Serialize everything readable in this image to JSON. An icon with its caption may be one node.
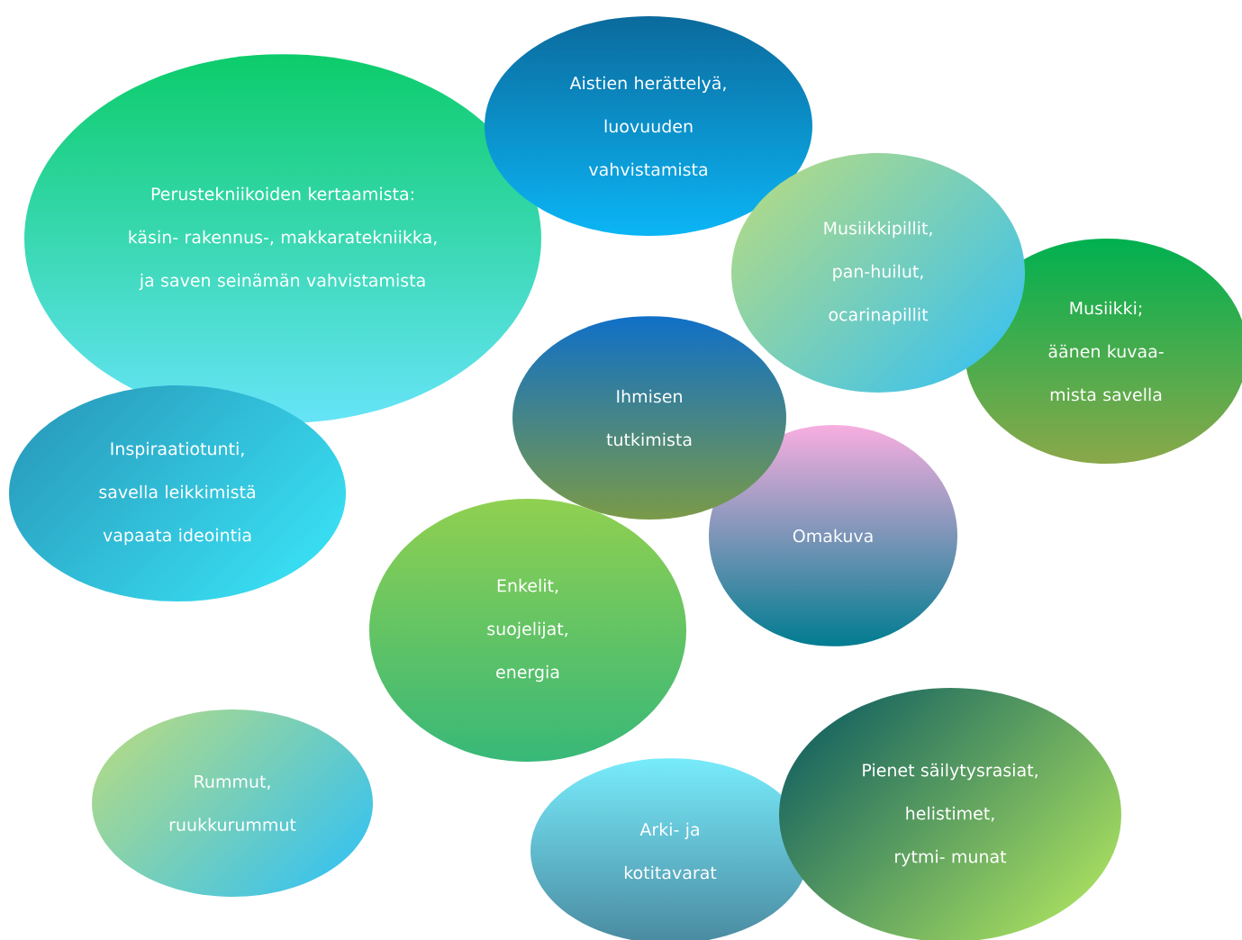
{
  "diagram": {
    "nodes": [
      {
        "text": [
          "Perustekniikoiden kertaamista: käsin- rakennus-, makkaratekniikka, ja saven seinämän vahvistamista"
        ]
      },
      {
        "text": [
          "Aistien herättelyä, luovuuden vahvistamista"
        ]
      },
      {
        "text": [
          "Musiikkipillit, pan-huilut, ocarinapillit"
        ]
      },
      {
        "text": [
          "Musiikki; äänen kuvaa- mista savella"
        ]
      },
      {
        "text": [
          "Ihmisen tutkimista"
        ]
      },
      {
        "text": [
          "Omakuva"
        ]
      },
      {
        "text": [
          "Inspiraatiotunti, savella leikkimistä vapaata ideointia"
        ]
      },
      {
        "text": [
          "Enkelit, suojelijat, energia"
        ]
      },
      {
        "text": [
          "Rummut, ruukkurummut"
        ]
      },
      {
        "text": [
          "Arki- ja kotitavarat"
        ]
      },
      {
        "text": [
          "Pienet säilytysrasiat, helistimet, rytmi- munat"
        ]
      }
    ]
  }
}
